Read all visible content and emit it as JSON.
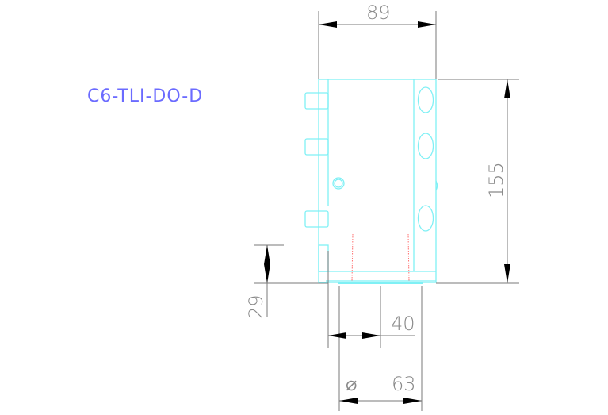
{
  "drawing": {
    "part_label": "C6-TLI-DO-D",
    "colors": {
      "label": "#6b6bff",
      "outline": "#7ff0f5",
      "dimension": "#7a7a7a",
      "hidden_line": "#ff7070",
      "arrowhead": "#000000",
      "background": "#ffffff"
    },
    "dimensions": {
      "width_top": "89",
      "height_right": "155",
      "height_bottom_left": "29",
      "inner_width": "40",
      "diameter_symbol": "⌀",
      "outer_diameter": "63"
    }
  }
}
